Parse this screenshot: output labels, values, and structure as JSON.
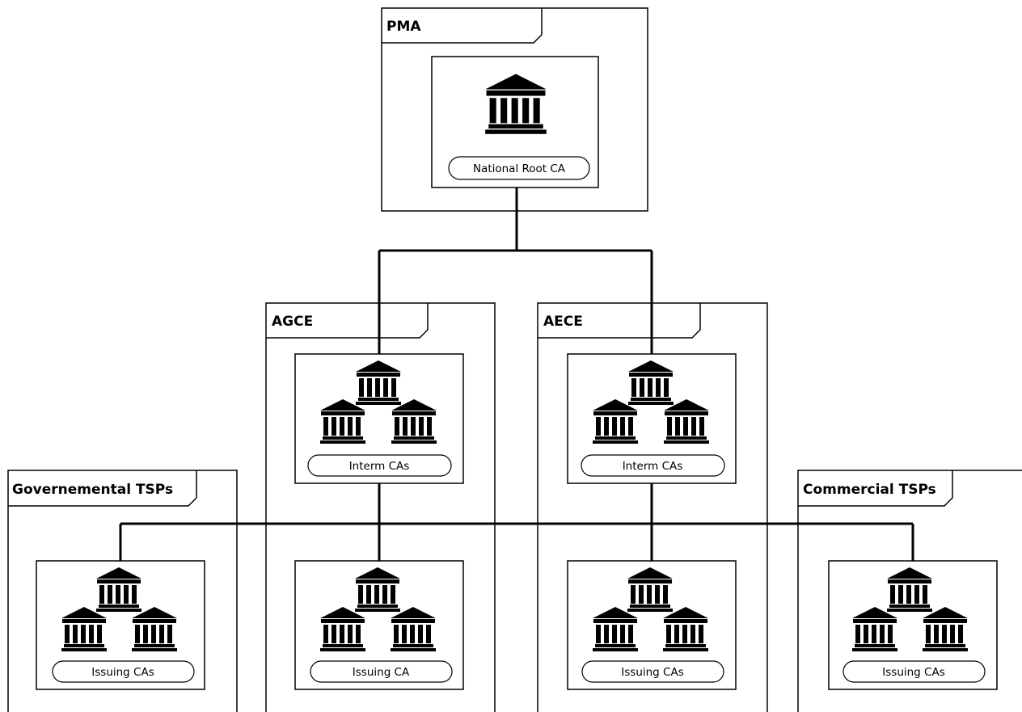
{
  "frames": {
    "pma": {
      "title": "PMA"
    },
    "agce": {
      "title": "AGCE"
    },
    "aece": {
      "title": "AECE"
    },
    "gov_tsps": {
      "title": "Governemental TSPs"
    },
    "com_tsps": {
      "title": "Commercial TSPs"
    }
  },
  "nodes": {
    "root": {
      "label": "National Root CA",
      "icon": "bank-building-icon"
    },
    "agce_interm": {
      "label": "Interm CAs",
      "icon": "bank-building-icon"
    },
    "aece_interm": {
      "label": "Interm CAs",
      "icon": "bank-building-icon"
    },
    "gov_issuing": {
      "label": "Issuing CAs",
      "icon": "bank-building-icon"
    },
    "agce_issuing": {
      "label": "Issuing CA",
      "icon": "bank-building-icon"
    },
    "aece_issuing": {
      "label": "Issuing CAs",
      "icon": "bank-building-icon"
    },
    "com_issuing": {
      "label": "Issuing CAs",
      "icon": "bank-building-icon"
    }
  },
  "colors": {
    "stroke": "#000000",
    "background": "#ffffff"
  }
}
